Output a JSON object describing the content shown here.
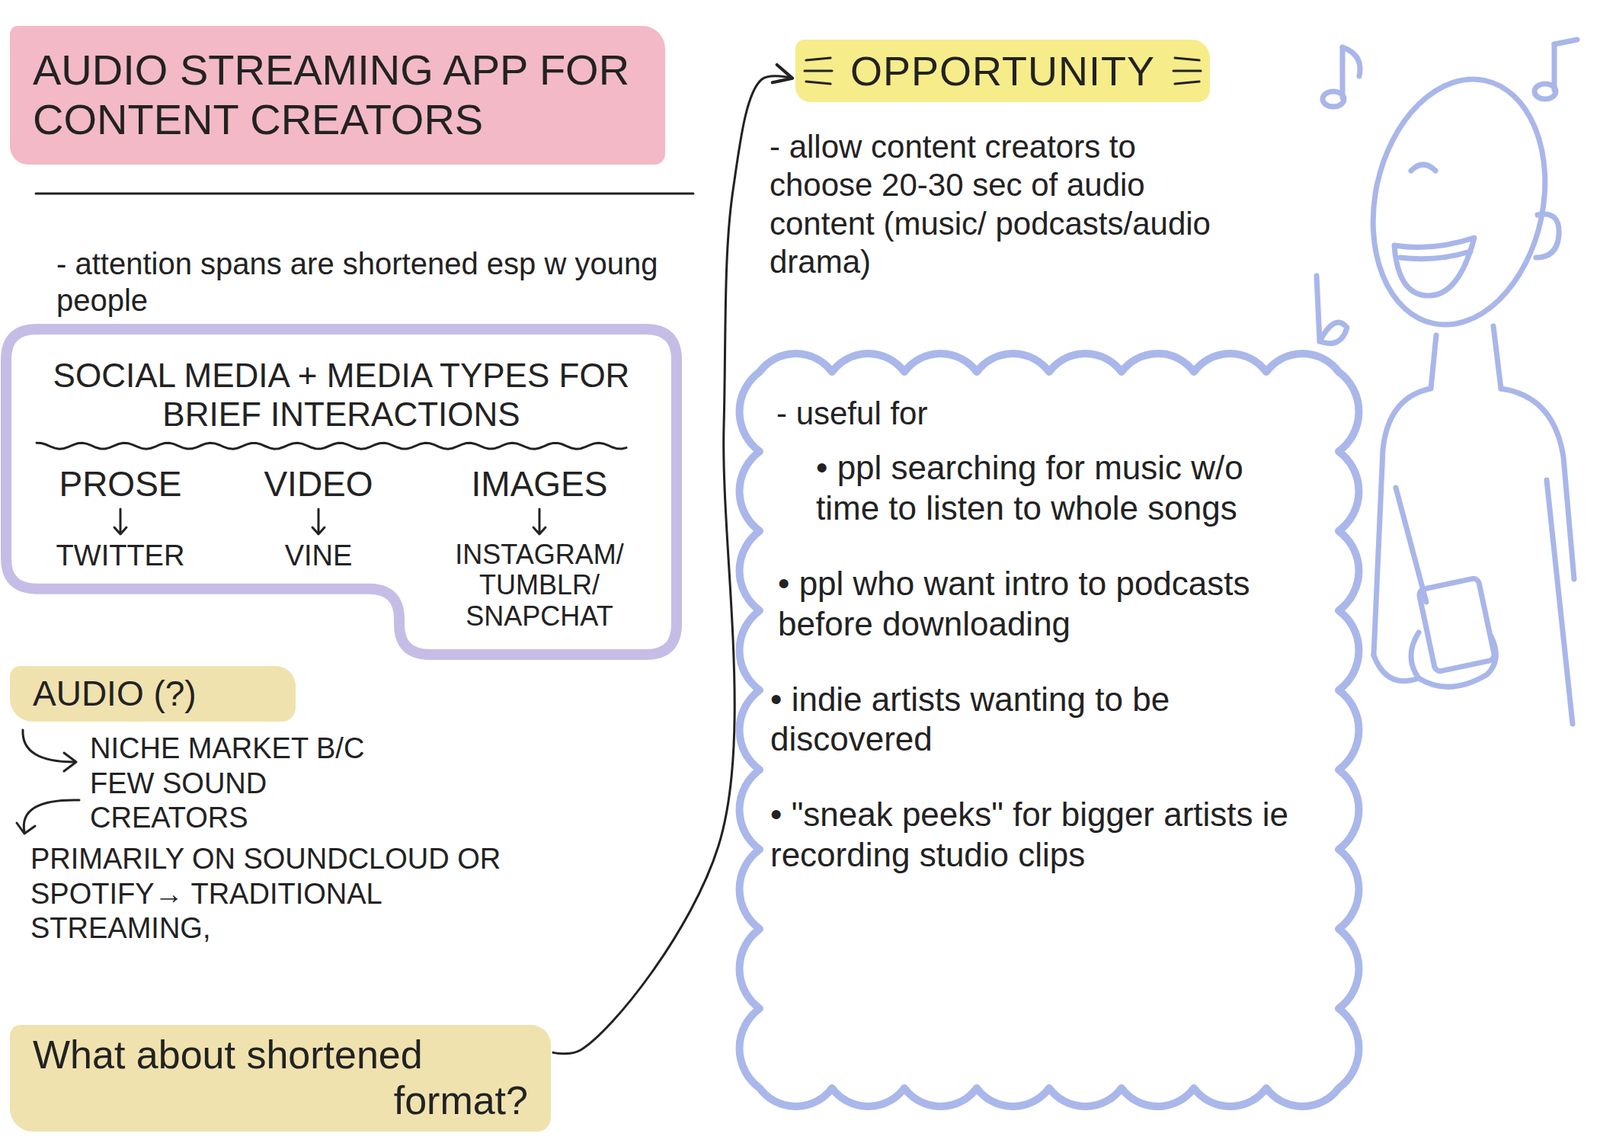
{
  "diagram": {
    "title": "AUDIO STREAMING APP FOR CONTENT CREATORS",
    "nodes": [
      {
        "text": [
          "SOCIAL MEDIA + MEDIA TYPES FOR BRIEF INTERACTIONS",
          "PROSE",
          "TWITTER",
          "VIDEO",
          "VINE",
          "IMAGES",
          "INSTAGRAM/ TUMBLR/ SNAPCHAT"
        ]
      },
      {
        "text": [
          "AUDIO (?)"
        ]
      },
      {
        "text": [
          "What about shortened format?"
        ]
      },
      {
        "text": [
          "OPPORTUNITY"
        ]
      },
      {
        "text": [
          "- useful for",
          "• ppl searching for music w/o time to listen to whole songs",
          "• ppl who want intro to podcasts before downloading",
          "• indie artists wanting to be discovered",
          "• \"sneak peeks\" for bigger artists ie recording studio clips"
        ]
      }
    ],
    "edges": [
      {
        "from": 2,
        "to": 3,
        "arrow": "to"
      }
    ],
    "labels": [
      "- attention spans are shortened esp w young people",
      "NICHE MARKET B/C FEW SOUND CREATORS",
      "PRIMARILY ON SOUNDCLOUD OR SPOTIFY→ TRADITIONAL STREAMING,",
      "- allow content creators to choose 20-30 sec of audio content (music/ podcasts/audio drama)"
    ]
  }
}
